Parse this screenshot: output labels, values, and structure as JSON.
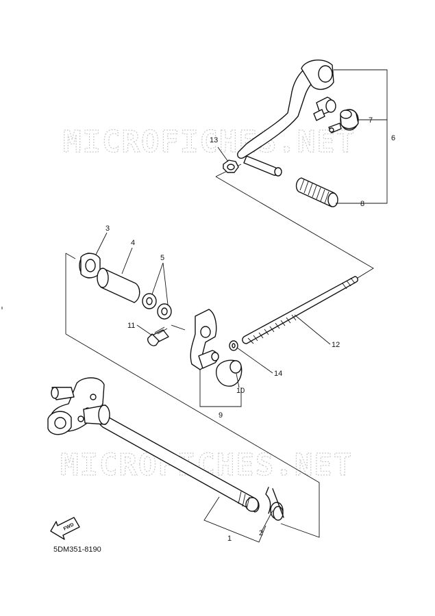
{
  "watermark": {
    "text_top": "MICROFICHES.NET",
    "text_bottom": "MICROFICHES.NET"
  },
  "diagram_code": "5DM351-8190",
  "fwd_label": "FWD",
  "callouts": {
    "c1": "1",
    "c2": "2",
    "c3": "3",
    "c4": "4",
    "c5": "5",
    "c6": "6",
    "c7": "7",
    "c8": "8",
    "c9": "9",
    "c10": "10",
    "c11": "11",
    "c12": "12",
    "c13": "13",
    "c14": "14"
  },
  "colors": {
    "line": "#111111",
    "watermark": "#c8c8c8",
    "background": "#ffffff"
  }
}
